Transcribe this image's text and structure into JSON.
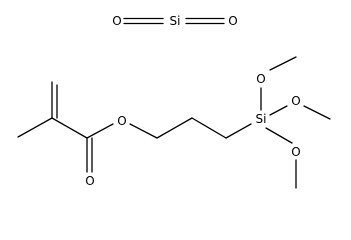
{
  "atoms": {
    "silica_o_left": "O",
    "silica_si": "Si",
    "silica_o_right": "O",
    "ester_o": "O",
    "carbonyl_o": "O",
    "silane_si": "Si",
    "methoxy_o_top": "O",
    "methoxy_o_right": "O",
    "methoxy_o_bottom": "O"
  }
}
